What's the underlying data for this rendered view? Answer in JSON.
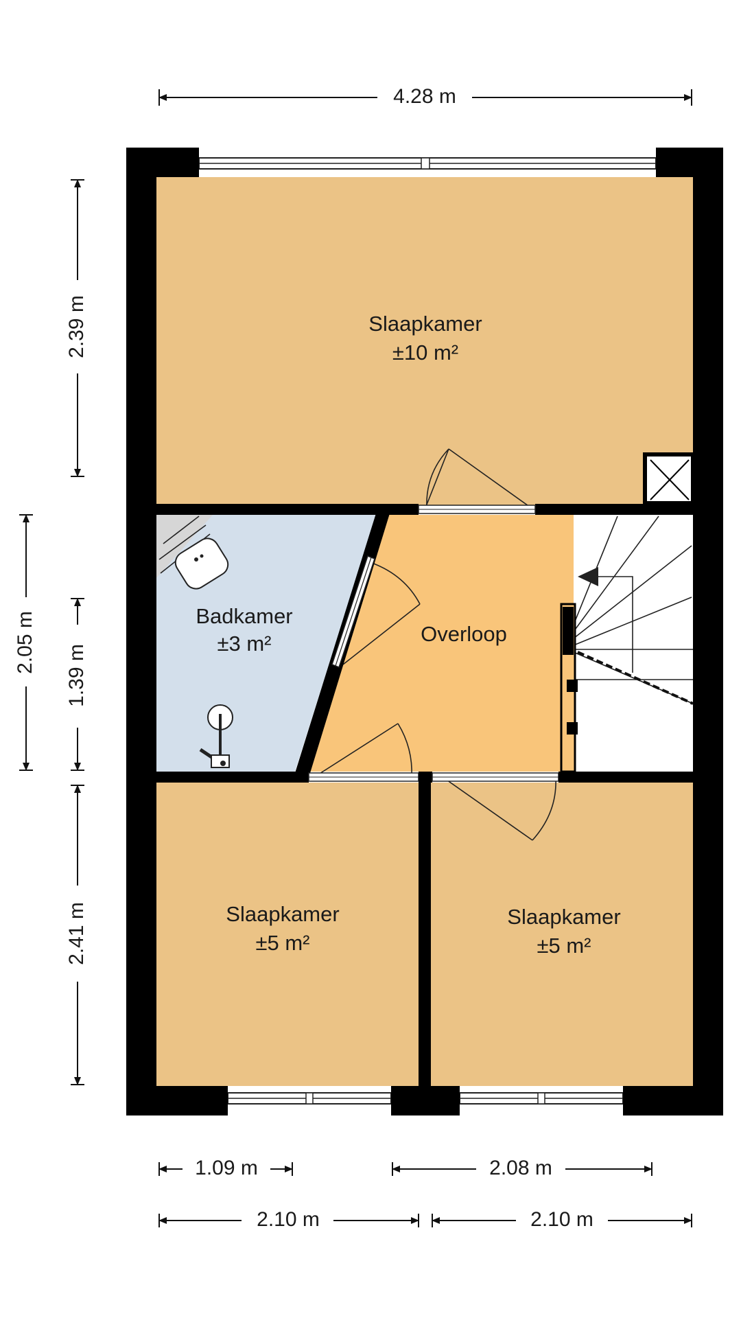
{
  "plan": {
    "rooms": [
      {
        "id": "slaapkamer-top",
        "name": "Slaapkamer",
        "area": "±10 m²",
        "color": "#ebc386"
      },
      {
        "id": "badkamer",
        "name": "Badkamer",
        "area": "±3 m²",
        "color": "#d3dfeb"
      },
      {
        "id": "overloop",
        "name": "Overloop",
        "area": "",
        "color": "#f9c57a"
      },
      {
        "id": "slaapkamer-left",
        "name": "Slaapkamer",
        "area": "±5 m²",
        "color": "#ebc386"
      },
      {
        "id": "slaapkamer-right",
        "name": "Slaapkamer",
        "area": "±5 m²",
        "color": "#ebc386"
      }
    ],
    "dimensions": {
      "top_width": "4.28 m",
      "left_outer": "2.05 m",
      "left_top": "2.39 m",
      "left_mid": "1.39 m",
      "left_bottom": "2.41 m",
      "bottom_1": "1.09 m",
      "bottom_2": "2.08 m",
      "bottom_3": "2.10 m",
      "bottom_4": "2.10 m"
    },
    "colors": {
      "wall": "#000000",
      "bedroom": "#ebc386",
      "bathroom": "#d3dfeb",
      "landing": "#f9c57a",
      "stairs": "#ffffff"
    }
  }
}
